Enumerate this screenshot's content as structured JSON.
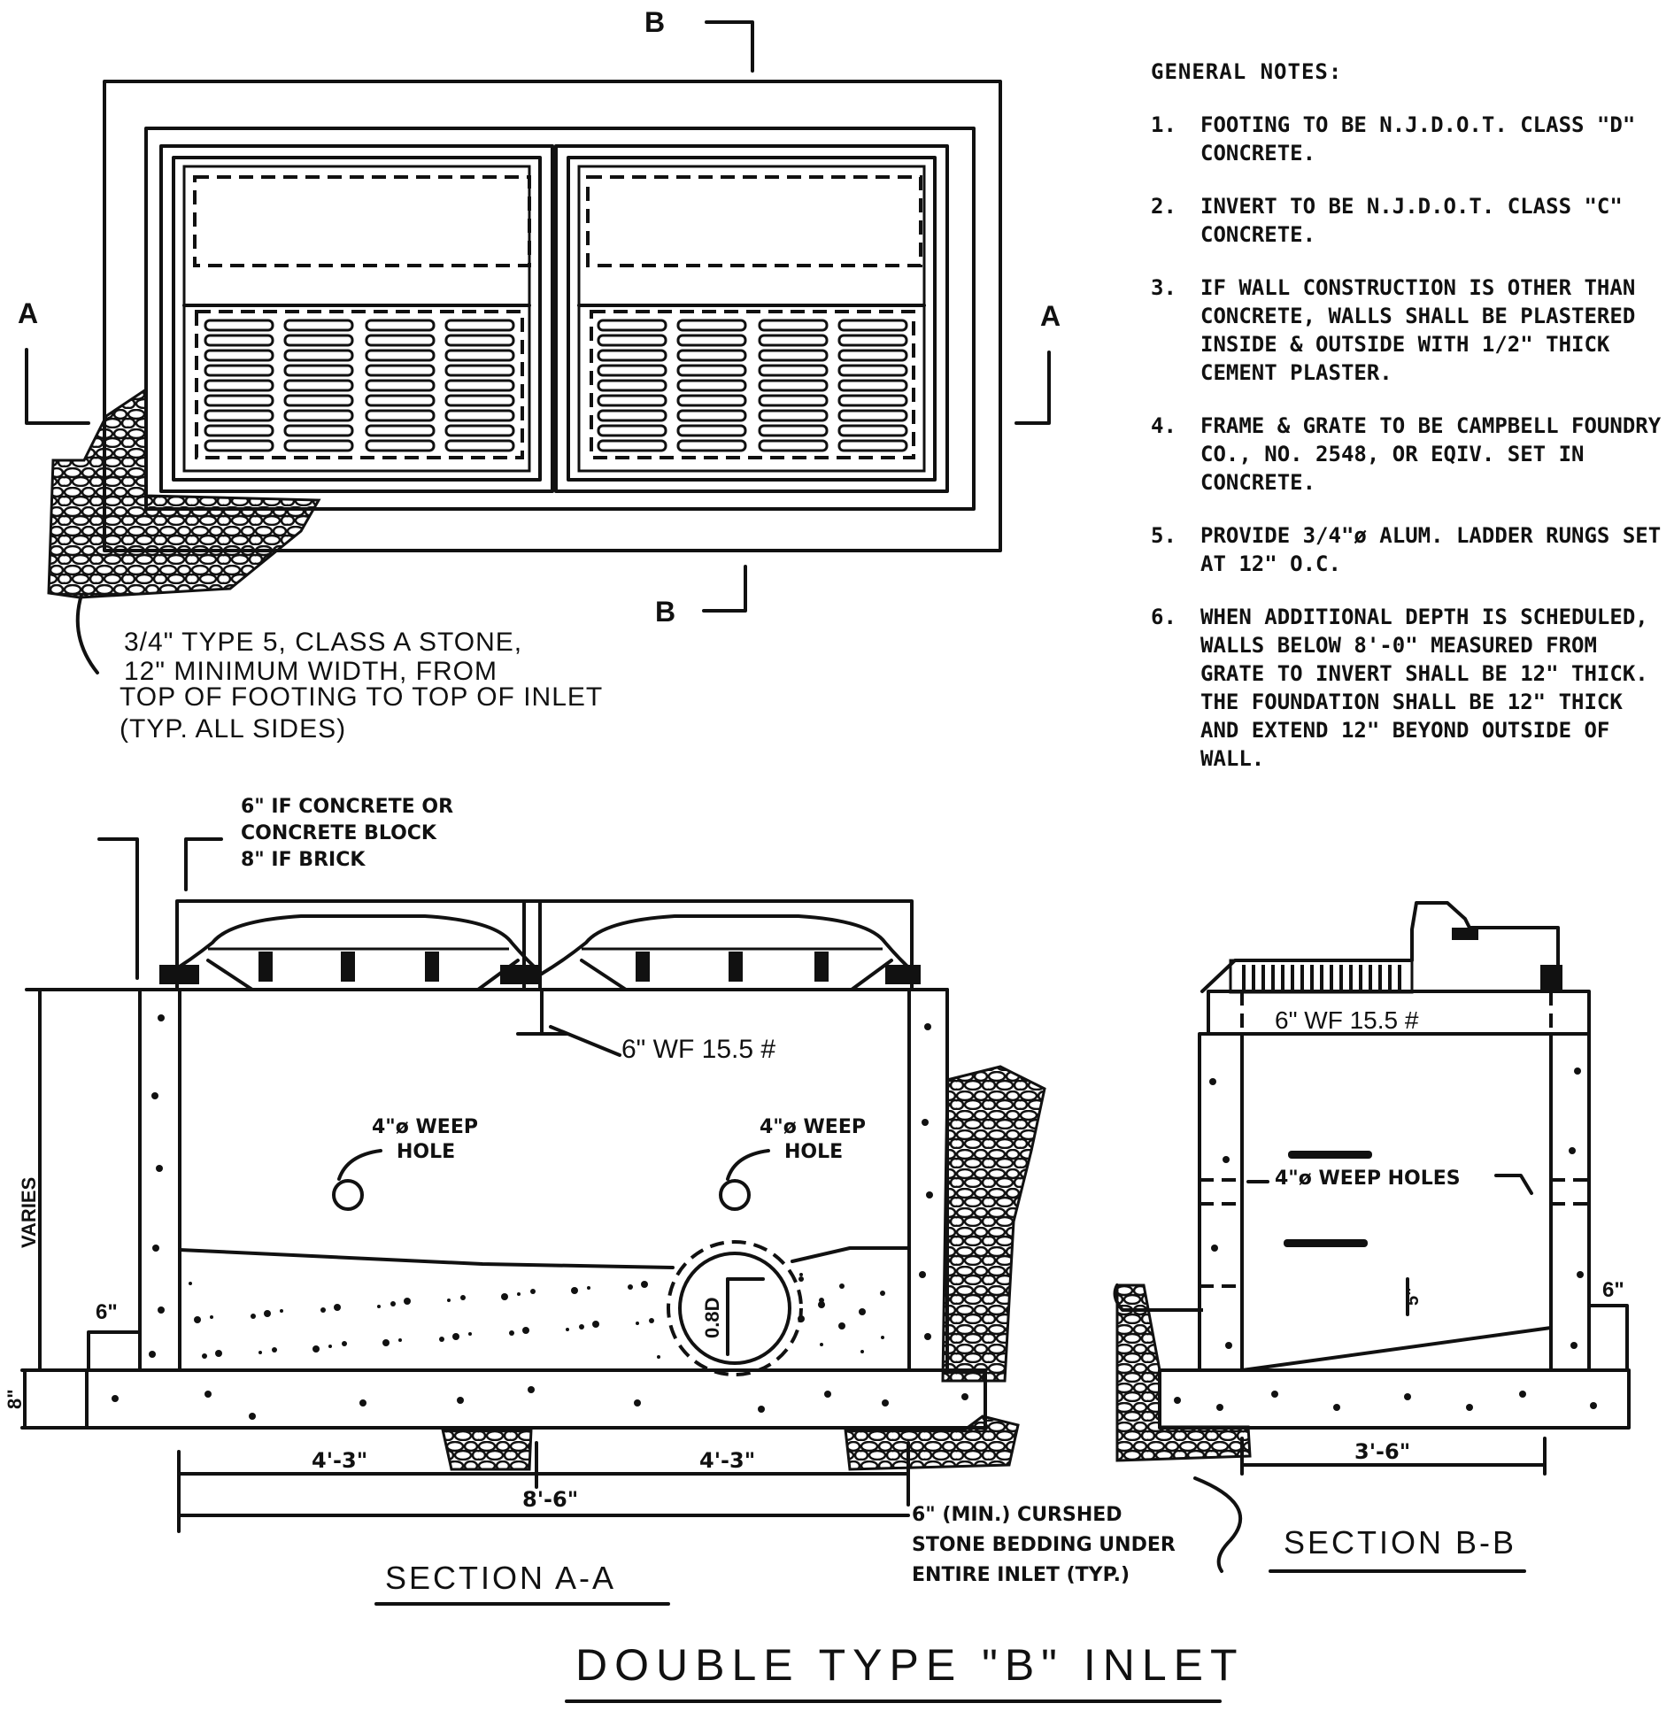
{
  "title": "DOUBLE TYPE \"B\" INLET",
  "plan": {
    "section_marks": [
      "A",
      "A",
      "B",
      "B"
    ],
    "stone_note": [
      "3/4\" TYPE 5, CLASS A STONE,",
      "12\" MINIMUM WIDTH, FROM",
      "TOP OF FOOTING TO TOP OF INLET",
      "(TYP. ALL SIDES)"
    ]
  },
  "section_aa": {
    "label": "SECTION  A-A",
    "wall_note": [
      "6\" IF CONCRETE OR",
      "CONCRETE BLOCK",
      "8\" IF BRICK"
    ],
    "beam_label": "6\" WF 15.5 #",
    "weep_hole": [
      "4\"ø WEEP",
      "HOLE"
    ],
    "varies": "VARIES",
    "dim_6": "6\"",
    "dim_8": "8\"",
    "pipe_label": "0.8D",
    "dim_left": "4'-3\"",
    "dim_right": "4'-3\"",
    "dim_total": "8'-6\"",
    "bedding_note": [
      "6\" (MIN.) CURSHED",
      "STONE BEDDING UNDER",
      "ENTIRE INLET (TYP.)"
    ]
  },
  "section_bb": {
    "label": "SECTION  B-B",
    "beam_label": "6\" WF 15.5 #",
    "weep_holes": "4\"ø WEEP HOLES",
    "dim_6": "6\"",
    "dim_5": "5\"",
    "dim_width": "3'-6\""
  },
  "general_notes": {
    "heading": "GENERAL NOTES:",
    "items": [
      {
        "num": "1.",
        "text": "FOOTING TO BE N.J.D.O.T. CLASS \"D\" CONCRETE."
      },
      {
        "num": "2.",
        "text": "INVERT TO BE N.J.D.O.T. CLASS \"C\" CONCRETE."
      },
      {
        "num": "3.",
        "text": "IF WALL CONSTRUCTION IS OTHER THAN CONCRETE, WALLS SHALL BE PLASTERED INSIDE & OUTSIDE WITH 1/2\" THICK CEMENT PLASTER."
      },
      {
        "num": "4.",
        "text": "FRAME & GRATE TO BE CAMPBELL FOUNDRY CO., NO. 2548, OR EQIV. SET IN CONCRETE."
      },
      {
        "num": "5.",
        "text": "PROVIDE 3/4\"ø ALUM. LADDER RUNGS SET AT 12\" O.C."
      },
      {
        "num": "6.",
        "text": "WHEN ADDITIONAL DEPTH IS SCHEDULED, WALLS BELOW 8'-0\" MEASURED FROM GRATE TO INVERT SHALL BE 12\" THICK.  THE FOUNDATION SHALL BE 12\" THICK AND EXTEND 12\" BEYOND OUTSIDE OF WALL."
      }
    ]
  }
}
